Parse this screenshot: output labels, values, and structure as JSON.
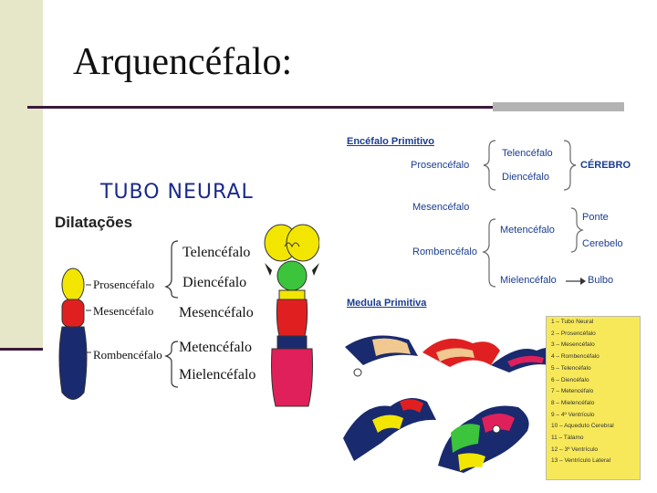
{
  "title": "Arquencéfalo:",
  "left_figure": {
    "heading": "TUBO NEURAL",
    "subheading": "Dilatações",
    "early_labels": [
      "Prosencéfalo",
      "Mesencéfalo",
      "Rombencéfalo"
    ],
    "late_labels": [
      "Telencéfalo",
      "Diencéfalo",
      "Mesencéfalo",
      "Metencéfalo",
      "Mielencéfalo"
    ]
  },
  "right_figure": {
    "section1_heading": "Encéfalo Primitivo",
    "prosencefalo": "Prosencéfalo",
    "telencefalo": "Telencéfalo",
    "diencefalo": "Diencéfalo",
    "cerebro": "CÉREBRO",
    "mesencefalo": "Mesencéfalo",
    "rombencefalo": "Rombencéfalo",
    "metencefalo": "Metencéfalo",
    "ponte": "Ponte",
    "cerebelo": "Cerebelo",
    "mielencefalo": "Mielencéfalo",
    "bulbo": "Bulbo",
    "section2_heading": "Medula Primitiva",
    "legend": [
      "1 – Tubo Neural",
      "2 – Prosencéfalo",
      "3 – Mesencéfalo",
      "4 – Rombencéfalo",
      "5 – Telencéfalo",
      "6 – Diencéfalo",
      "7 – Metencéfalo",
      "8 – Mielencéfalo",
      "9 – 4º Ventrículo",
      "10 – Aqueduto Cerebral",
      "11 – Tálamo",
      "12 – 3º Ventrículo",
      "13 – Ventrículo Lateral"
    ]
  },
  "colors": {
    "yellow": "#f2e600",
    "red": "#e02020",
    "navy": "#1a2a6e",
    "green": "#3cc43c",
    "crimson": "#e0205a",
    "title_rule": "#3b1a3b",
    "panel_text": "#1a3d8f"
  }
}
